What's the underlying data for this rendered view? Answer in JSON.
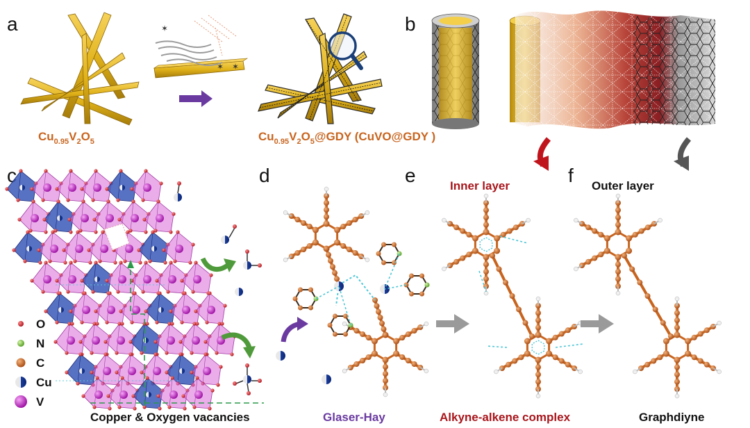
{
  "panels": {
    "a": "a",
    "b": "b",
    "c": "c",
    "d": "d",
    "e": "e",
    "f": "f"
  },
  "labels": {
    "precursor": {
      "prefix": "Cu",
      "sub1": "0.95",
      "mid": "V",
      "sub2": "2",
      "mid2": "O",
      "sub3": "5"
    },
    "composite": {
      "prefix": "Cu",
      "sub1": "0.95",
      "mid": "V",
      "sub2": "2",
      "mid2": "O",
      "sub3": "5",
      "suffix": "@GDY  (CuVO@GDY )"
    },
    "inner_layer": "Inner layer",
    "outer_layer": "Outer layer",
    "vacancies": "Copper & Oxygen vacancies",
    "glaser_hay": "Glaser-Hay",
    "complex": "Alkyne-alkene complex",
    "graphdiyne": "Graphdiyne"
  },
  "legend": [
    {
      "symbol": "O",
      "color": "#d0202a"
    },
    {
      "symbol": "N",
      "color": "#7cc242"
    },
    {
      "symbol": "C",
      "color": "#c8641e"
    },
    {
      "symbol": "Cu",
      "color": "#1a3fa0"
    },
    {
      "symbol": "V",
      "color": "#c21bc8"
    }
  ],
  "colors": {
    "gold": "#e0b21a",
    "orange_label": "#c8641e",
    "dark_red": "#a8161c",
    "purple_arrow": "#6a3aa0",
    "green_arrow": "#4f9a3a",
    "gray_arrow": "#9a9a9a",
    "polyhedron_pink": "#d86ad8",
    "polyhedron_blue": "#3a58b8"
  }
}
